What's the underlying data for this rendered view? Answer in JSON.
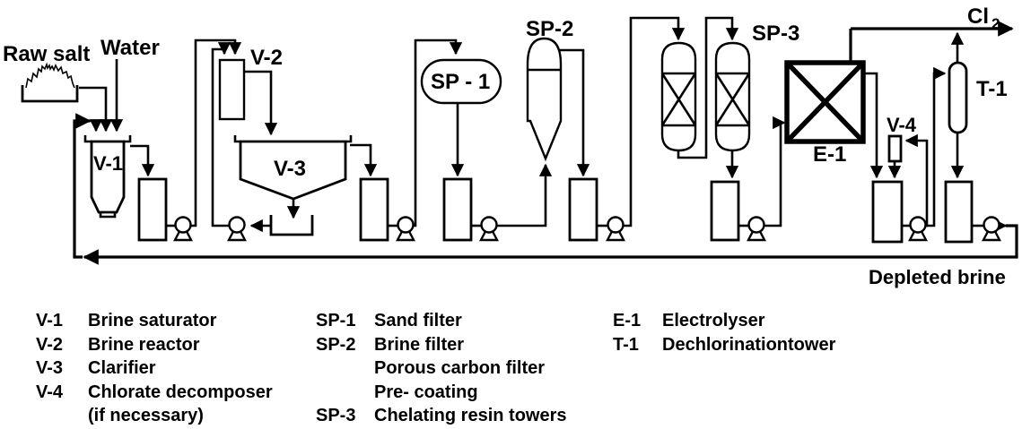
{
  "diagram": {
    "streams": {
      "raw_salt": "Raw salt",
      "water": "Water",
      "chlorine_main": "Cl",
      "chlorine_sub": "2",
      "depleted_brine": "Depleted brine"
    },
    "equipment": {
      "v1": "V-1",
      "v2": "V-2",
      "v3": "V-3",
      "v4": "V-4",
      "sp1": "SP - 1",
      "sp2": "SP-2",
      "sp3": "SP-3",
      "e1": "E-1",
      "t1": "T-1"
    }
  },
  "legend": {
    "col1": [
      {
        "code": "V-1",
        "desc": "Brine saturator"
      },
      {
        "code": "V-2",
        "desc": "Brine reactor"
      },
      {
        "code": "V-3",
        "desc": "Clarifier"
      },
      {
        "code": "V-4",
        "desc": "Chlorate decomposer"
      },
      {
        "code": "",
        "desc": "(if necessary)"
      }
    ],
    "col2": [
      {
        "code": "SP-1",
        "desc": "Sand filter"
      },
      {
        "code": "SP-2",
        "desc": "Brine filter"
      },
      {
        "code": "",
        "desc": "Porous carbon filter"
      },
      {
        "code": "",
        "desc": "Pre- coating"
      },
      {
        "code": "SP-3",
        "desc": "Chelating resin towers"
      }
    ],
    "col3": [
      {
        "code": "E-1",
        "desc": "Electrolyser"
      },
      {
        "code": "T-1",
        "desc": "Dechlorinationtower"
      }
    ]
  },
  "colors": {
    "line": "#000000",
    "background": "#ffffff"
  }
}
